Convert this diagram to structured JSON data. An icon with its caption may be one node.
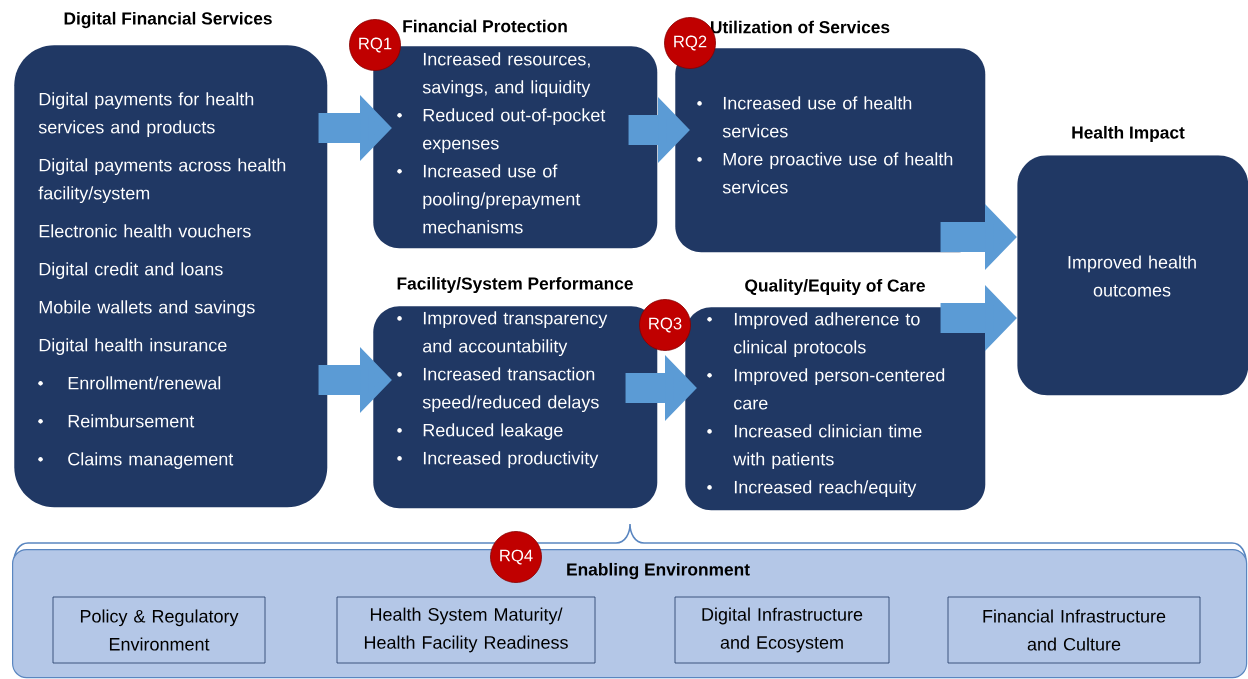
{
  "diagram": {
    "nodes": [
      {
        "text": [
          "Digital Financial Services",
          "Digital payments for health services and products",
          "Digital payments across health facility/system",
          "Electronic health vouchers",
          "Digital credit and loans",
          "Mobile wallets and savings",
          "Digital health insurance",
          "Enrollment/renewal",
          "Reimbursement",
          "Claims management"
        ]
      },
      {
        "text": [
          "RQ1"
        ]
      },
      {
        "text": [
          "Financial Protection",
          "Increased resources, savings, and liquidity",
          "Reduced out-of-pocket expenses",
          "Increased use of pooling/prepayment mechanisms"
        ]
      },
      {
        "text": [
          "RQ2"
        ]
      },
      {
        "text": [
          "Utilization of Services",
          "Increased use of health services",
          "More proactive use of health services"
        ]
      },
      {
        "text": [
          "Health Impact",
          "Improved health outcomes"
        ]
      },
      {
        "text": [
          "Facility/System Performance",
          "Improved transparency and accountability",
          "Increased transaction speed/reduced delays",
          "Reduced leakage",
          "Increased productivity"
        ]
      },
      {
        "text": [
          "RQ3"
        ]
      },
      {
        "text": [
          "Quality/Equity of Care",
          "Improved adherence to clinical protocols",
          "Improved person-centered care",
          "Increased clinician time with patients",
          "Increased reach/equity"
        ]
      },
      {
        "text": [
          "Enabling Environment"
        ]
      },
      {
        "text": [
          "RQ4"
        ]
      },
      {
        "text": [
          "Policy & Regulatory Environment"
        ],
        "in": 9
      },
      {
        "text": [
          "Health System Maturity/ Health Facility Readiness"
        ],
        "in": 9
      },
      {
        "text": [
          "Digital Infrastructure and Ecosystem"
        ],
        "in": 9
      },
      {
        "text": [
          "Financial Infrastructure and Culture"
        ],
        "in": 9
      }
    ],
    "edges": [
      {
        "from": 0,
        "to": 2,
        "arrow": "to"
      },
      {
        "from": 0,
        "to": 6,
        "arrow": "to"
      },
      {
        "from": 2,
        "to": 4,
        "arrow": "to"
      },
      {
        "from": 6,
        "to": 8,
        "arrow": "to"
      },
      {
        "from": 4,
        "to": 5,
        "arrow": "to"
      },
      {
        "from": 8,
        "to": 5,
        "arrow": "to"
      }
    ]
  }
}
